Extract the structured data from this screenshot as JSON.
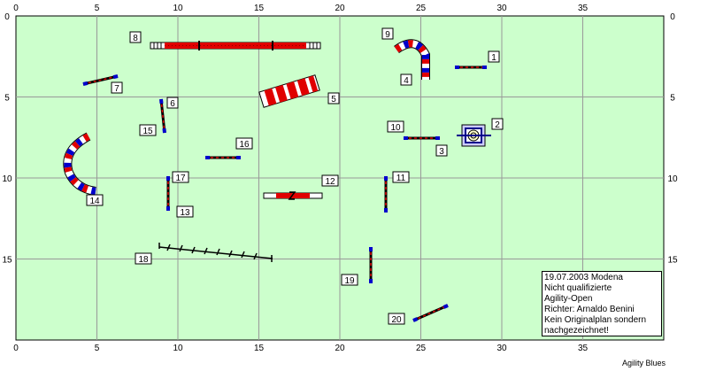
{
  "axes": {
    "x_ticks": [
      "0",
      "5",
      "10",
      "15",
      "20",
      "25",
      "30",
      "35"
    ],
    "y_ticks": [
      "0",
      "5",
      "10",
      "15"
    ]
  },
  "obstacles": [
    {
      "num": "1",
      "type": "jump"
    },
    {
      "num": "2",
      "type": "table"
    },
    {
      "num": "3",
      "type": "jump"
    },
    {
      "num": "4",
      "type": "tunnel"
    },
    {
      "num": "5",
      "type": "tire"
    },
    {
      "num": "6",
      "type": "jump"
    },
    {
      "num": "7",
      "type": "jump"
    },
    {
      "num": "8",
      "type": "dogwalk"
    },
    {
      "num": "9",
      "type": "tunnel"
    },
    {
      "num": "10",
      "type": "jump"
    },
    {
      "num": "11",
      "type": "jump"
    },
    {
      "num": "12",
      "type": "seesaw"
    },
    {
      "num": "13",
      "type": "jump"
    },
    {
      "num": "14",
      "type": "tunnel"
    },
    {
      "num": "15",
      "type": "jump"
    },
    {
      "num": "16",
      "type": "jump"
    },
    {
      "num": "17",
      "type": "jump"
    },
    {
      "num": "18",
      "type": "weave-poles"
    },
    {
      "num": "19",
      "type": "jump"
    },
    {
      "num": "20",
      "type": "jump"
    }
  ],
  "info": {
    "lines": [
      "19.07.2003 Modena",
      "Nicht qualifizierte",
      "Agility-Open",
      "Richter: Arnaldo Benini",
      "Kein Originalplan sondern",
      "nachgezeichnet!"
    ]
  },
  "credit": "Agility Blues",
  "colors": {
    "field": "#ccffcc",
    "grid": "#999999",
    "bar_red": "#e00000",
    "pole_blue": "#00008b"
  }
}
